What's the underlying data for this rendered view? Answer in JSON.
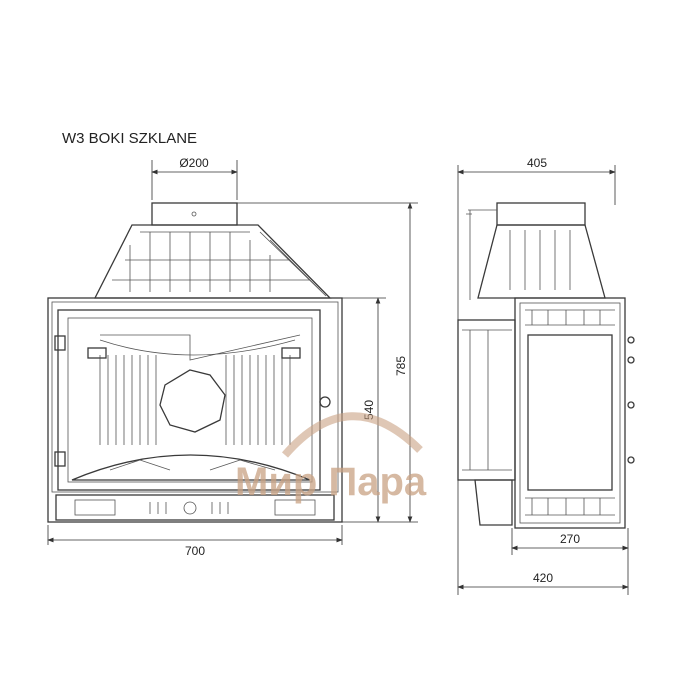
{
  "title": "W3 BOKI  SZKLANE",
  "dimensions": {
    "flue_diameter": "Ø200",
    "front_width": "700",
    "total_height": "785",
    "front_height": "540",
    "side_top_depth": "405",
    "side_panel_width": "270",
    "total_depth": "420"
  },
  "watermark": "Мир Пара",
  "colors": {
    "line": "#3a3a3a",
    "watermark": "#c9a283"
  }
}
